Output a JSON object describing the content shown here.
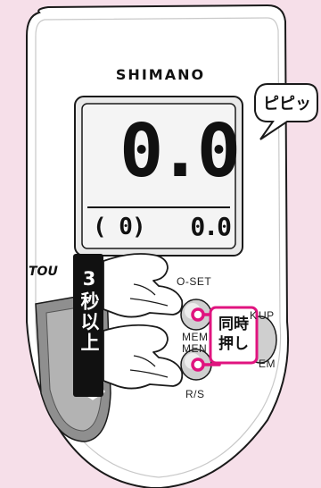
{
  "brand": "SHIMANO",
  "model_partial": "TOU",
  "screen": {
    "main_value": "0.0",
    "sub_left": "( 0)",
    "sub_right": "0.0"
  },
  "callout": {
    "text": "ピピッ"
  },
  "buttons": {
    "oset_label": "O-SET",
    "mem_label": "MEM",
    "men_label": "MEN",
    "rs_label": "R/S",
    "bkup_label": "UP",
    "right_mem_label": "EM",
    "right_k_label": "K"
  },
  "instructions": {
    "hold_time": "3秒以上",
    "simultaneous": "同時押し"
  },
  "colors": {
    "background": "#f6dfe9",
    "highlight": "#e0147f",
    "device_body": "#ffffff",
    "outline": "#1a1a1a"
  },
  "icons": [
    "chevron-down-icon",
    "hand-icon",
    "speech-bubble-icon"
  ]
}
